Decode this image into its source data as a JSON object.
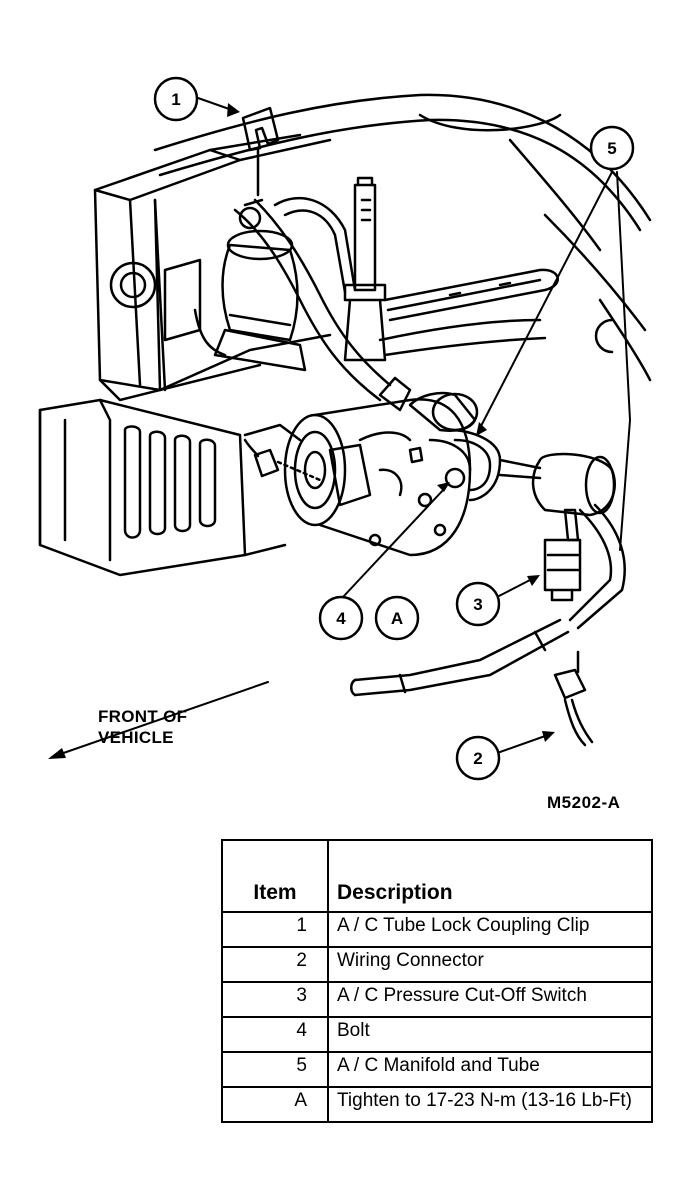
{
  "callouts": {
    "c1": "1",
    "c2": "2",
    "c3": "3",
    "c4": "4",
    "c5": "5",
    "cA": "A"
  },
  "direction": {
    "line1": "FRONT OF",
    "line2": "VEHICLE"
  },
  "figure_code": "M5202-A",
  "legend": {
    "header_item": "Item",
    "header_description": "Description",
    "rows": [
      {
        "item": "1",
        "description": "A / C Tube Lock Coupling Clip"
      },
      {
        "item": "2",
        "description": "Wiring Connector"
      },
      {
        "item": "3",
        "description": "A / C Pressure Cut-Off Switch"
      },
      {
        "item": "4",
        "description": "Bolt"
      },
      {
        "item": "5",
        "description": "A / C Manifold and Tube"
      },
      {
        "item": "A",
        "description": "Tighten to 17-23 N-m (13-16 Lb-Ft)"
      }
    ]
  },
  "colors": {
    "ink": "#000000",
    "paper": "#ffffff"
  }
}
